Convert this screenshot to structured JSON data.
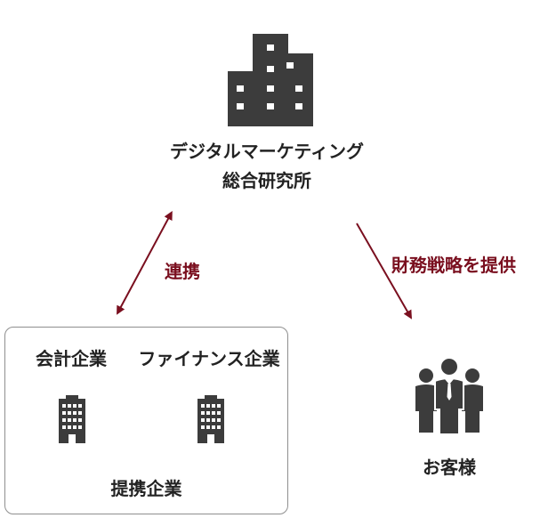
{
  "colors": {
    "icon": "#3c3c3c",
    "arrow": "#7a0f1f",
    "label": "#7a0f1f",
    "box_border": "#8f8f8f"
  },
  "institute": {
    "icon": "office-building-icon",
    "name_line1": "デジタルマーケティング",
    "name_line2": "総合研究所"
  },
  "links": {
    "partnership_label": "連携",
    "service_label": "財務戦略を提供"
  },
  "partners": {
    "box_title": "提携企業",
    "items": [
      {
        "label": "会計企業",
        "icon": "office-building-icon"
      },
      {
        "label": "ファイナンス企業",
        "icon": "office-building-icon"
      }
    ]
  },
  "customers": {
    "icon": "business-people-icon",
    "label": "お客様"
  }
}
